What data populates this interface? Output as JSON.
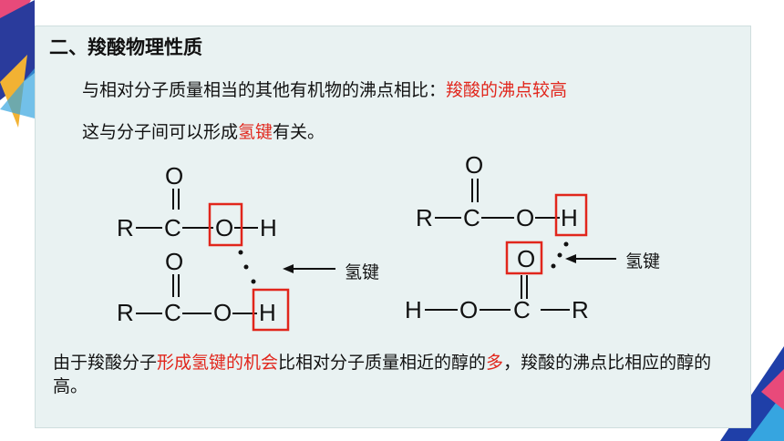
{
  "heading": "二、羧酸物理性质",
  "line1": {
    "text": "与相对分子质量相当的其他有机物的沸点相比：",
    "highlight": "羧酸的沸点较高"
  },
  "line2": {
    "before": "这与分子间可以形成",
    "highlight": "氢键",
    "after": "有关。"
  },
  "left_structure": {
    "top": {
      "o_double": "O",
      "r": "R",
      "c": "C",
      "o": "O",
      "h": "H"
    },
    "bottom": {
      "o_double": "O",
      "r": "R",
      "c": "C",
      "o": "O",
      "h": "H"
    },
    "hbond_label": "氢键"
  },
  "right_structure": {
    "top": {
      "o_double": "O",
      "r": "R",
      "c": "C",
      "o": "O",
      "h": "H"
    },
    "bottom": {
      "o_double": "O",
      "h": "H",
      "o": "O",
      "c": "C",
      "r": "R"
    },
    "hbond_label": "氢键"
  },
  "conclusion": {
    "p1": "由于羧酸分子",
    "h1": "形成氢键的机会",
    "p2": "比相对分子质量相近的醇的",
    "h2": "多",
    "p3": "，羧酸的沸点比相应的醇的高。"
  },
  "colors": {
    "highlight": "#e1261c",
    "panel": "#e9f2f2",
    "accent_blue": "#1f3fa8"
  }
}
